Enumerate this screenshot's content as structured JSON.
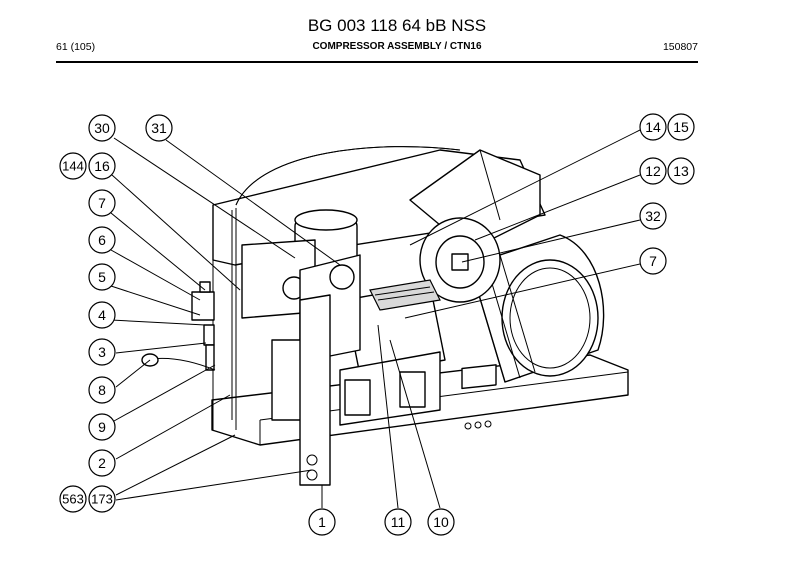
{
  "document": {
    "title": "BG 003 118 64 bB NSS",
    "page": "61 (105)",
    "section": "COMPRESSOR ASSEMBLY / CTN16",
    "date_code": "150807"
  },
  "callouts": [
    "30",
    "31",
    "144",
    "16",
    "7",
    "6",
    "5",
    "4",
    "3",
    "8",
    "9",
    "2",
    "563",
    "173",
    "14",
    "15",
    "12",
    "13",
    "32",
    "7",
    "1",
    "11",
    "10"
  ]
}
